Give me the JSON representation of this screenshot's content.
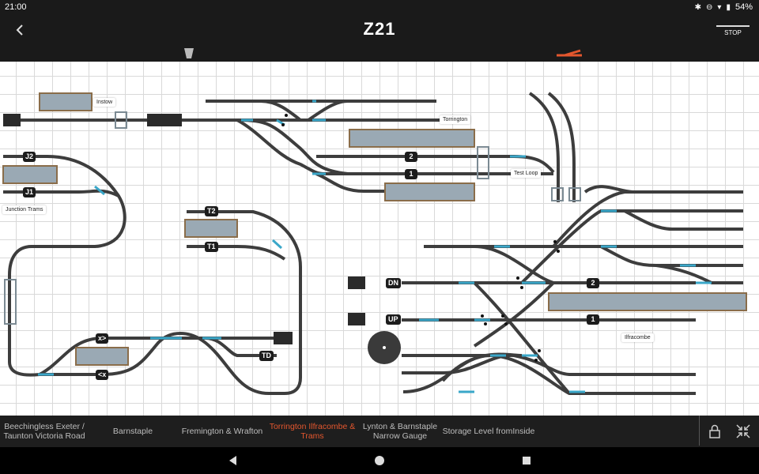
{
  "status": {
    "time": "21:00",
    "battery": "54%"
  },
  "app": {
    "title": "Z21",
    "stop_label": "STOP"
  },
  "layout_labels": {
    "instow": "Instow",
    "torrington": "Torrington",
    "test_loop": "Test Loop",
    "junction_trams": "Junction Trams",
    "ilfracombe": "Ilfracombe"
  },
  "track_tags": {
    "j2": "J2",
    "j1": "J1",
    "t2": "T2",
    "t1": "T1",
    "td": "TD",
    "x_right": "x>",
    "x_left": "<x",
    "track2_upper": "2",
    "track1_upper": "1",
    "dn": "DN",
    "up": "UP",
    "track2_lower": "2",
    "track1_lower": "1"
  },
  "tabs": [
    {
      "label": "Beechingless Exeter / Taunton Victoria Road",
      "active": false
    },
    {
      "label": "Barnstaple",
      "active": false
    },
    {
      "label": "Fremington & Wrafton",
      "active": false
    },
    {
      "label": "Torrington Ilfracombe & Trams",
      "active": true
    },
    {
      "label": "Lynton & Barnstaple Narrow Gauge",
      "active": false
    },
    {
      "label": "Storage Level fromInside",
      "active": false
    }
  ],
  "colors": {
    "accent": "#e4572e",
    "track": "#3d3d3d",
    "switch": "#3aa7c9",
    "platform": "#9aa9b4"
  }
}
